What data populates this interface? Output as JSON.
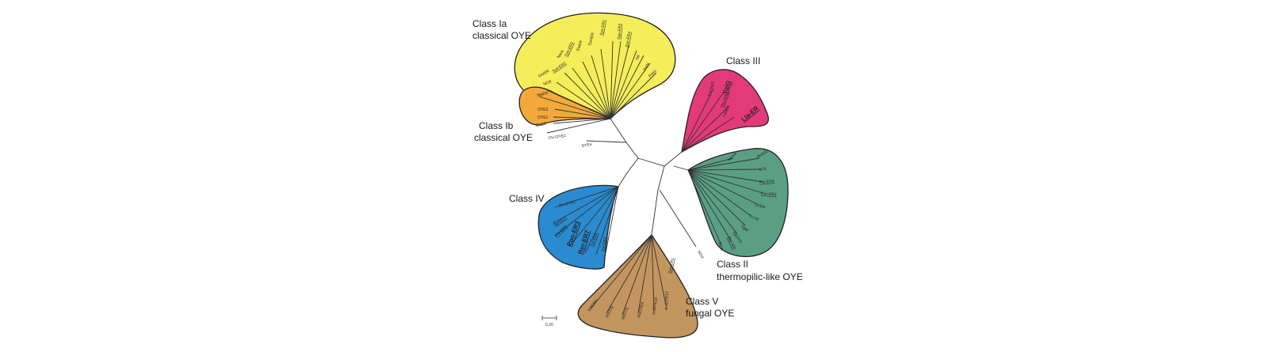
{
  "classes": {
    "class_ia": {
      "line1": "Class Ia",
      "line2": "classical OYE",
      "color": "#f5ee5a"
    },
    "class_ib": {
      "line1": "Class Ib",
      "line2": "classical OYE",
      "color": "#f3a93c"
    },
    "class_ii": {
      "line1": "Class II",
      "line2": "thermopilic-like OYE",
      "color": "#5a9f85"
    },
    "class_iii": {
      "line1": "Class III",
      "color": "#e33a7a"
    },
    "class_iv": {
      "line1": "Class IV",
      "color": "#2a8bd0"
    },
    "class_v": {
      "line1": "Class V",
      "line2": "fungal  OYE",
      "color": "#c3955f"
    }
  },
  "leaves": {
    "ia": [
      "MgER",
      "NCR",
      "GIvER",
      "Sye-ER2",
      "NerA",
      "Syn-ER1",
      "SwER",
      "SymER",
      "Sye-ER1",
      "Sye-ER3",
      "Sye-ER4",
      "Nit",
      "PetN",
      "Pseu"
    ],
    "ib": [
      "OYE3",
      "OYE1",
      "OYE2",
      "Clv-OYE2"
    ],
    "unplaced": [
      "SYE4",
      "NOX"
    ],
    "iii": [
      "EcoYqiG",
      "Ppu-ER3",
      "LacER",
      "YqjG",
      "Lla-ER"
    ],
    "ii": [
      "NemA",
      "RmER",
      "CrS",
      "Pfo-ER4",
      "Rer-ER3",
      "OrlDA",
      "TOYE",
      "YqjM",
      "GkOYE",
      "Bse-ER",
      "TsER"
    ],
    "iv": [
      "Clv-OYE1",
      "Syn-Er1",
      "Pfe-ER4",
      "Syl-ER1",
      "Syl-ER2",
      "Ppo-ER3",
      "Rer-ER7"
    ],
    "v": [
      "Sye-ER1",
      "EOCR4",
      "AnOYE",
      "MtOYE",
      "MuOYE4",
      "AnOYE10",
      "AmOYE12"
    ]
  },
  "scale_bar": {
    "label": "0.20"
  }
}
